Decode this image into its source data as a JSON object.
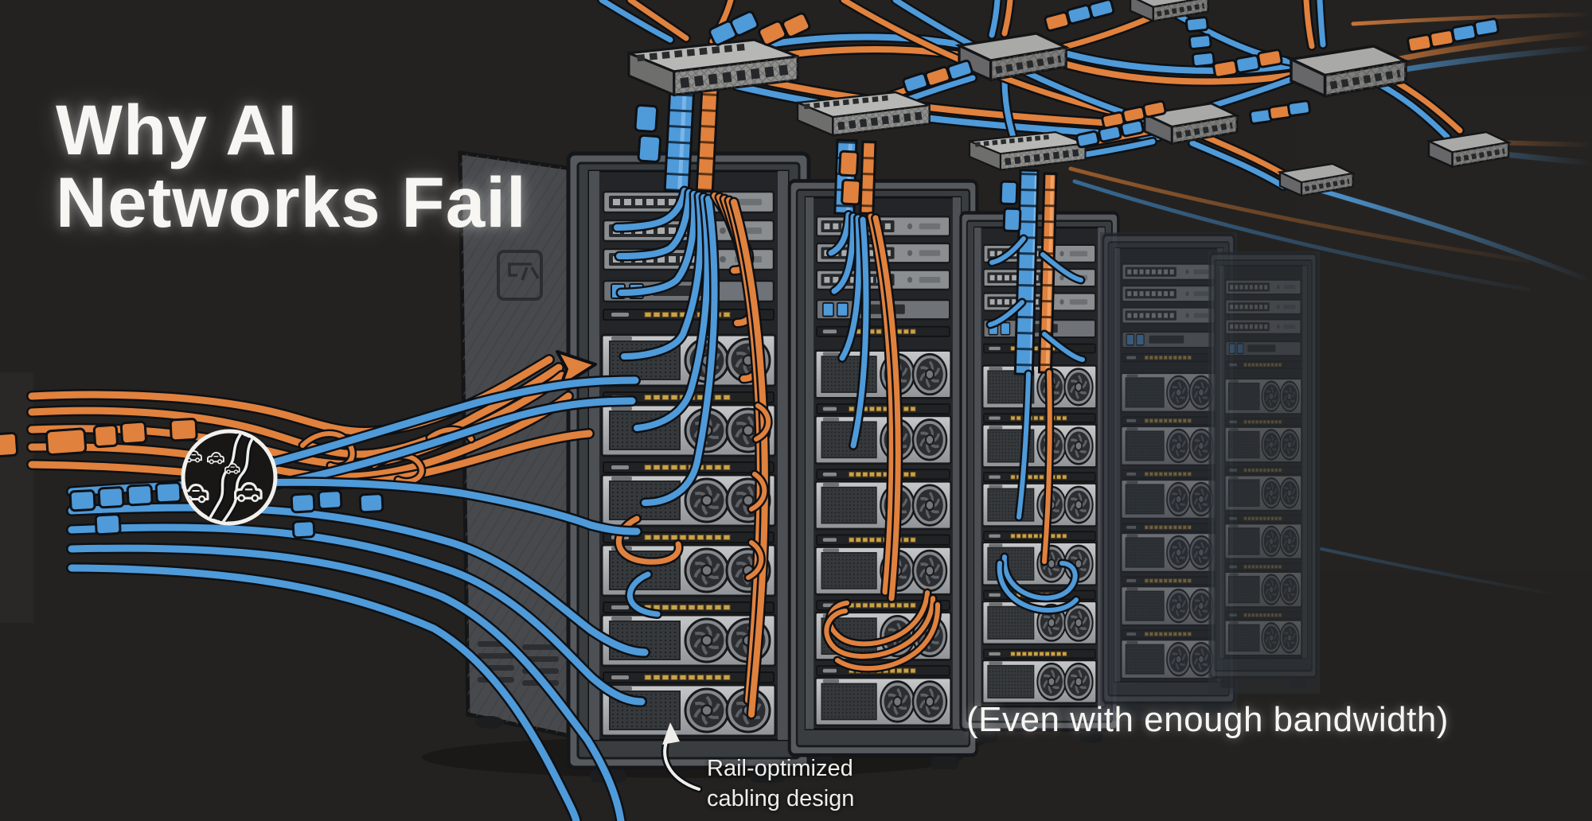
{
  "title": {
    "line1": "Why AI",
    "line2": "Networks Fail"
  },
  "caption": "(Even with enough bandwidth)",
  "callout": {
    "line1": "Rail-optimized",
    "line2": "cabling design"
  },
  "scene": {
    "description_elements": {
      "rack_count": 5,
      "traffic_icon": "traffic-congestion-circle",
      "network": "spine-leaf-mesh-of-switches",
      "flows": [
        "orange-congested-bundle",
        "blue-smooth-bundle"
      ]
    },
    "colors": {
      "background": "#242220",
      "orange_cable": "#e0813d",
      "blue_cable": "#4f9ad9",
      "rack_gray": "#56595d",
      "text": "#f7f6f3"
    }
  }
}
